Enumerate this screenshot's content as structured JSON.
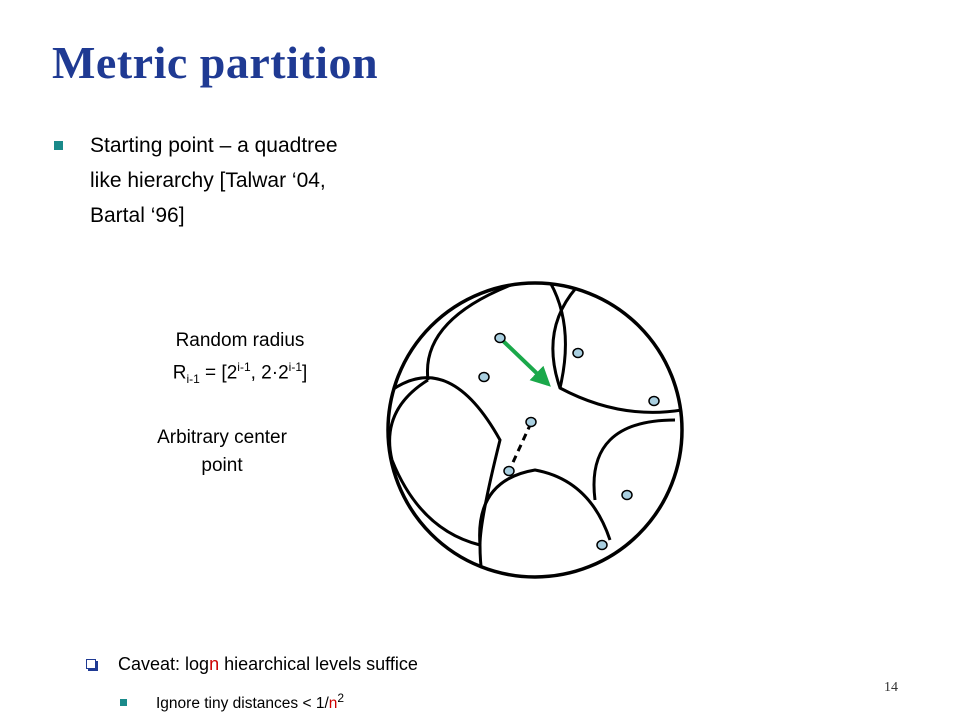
{
  "slide": {
    "title": "Metric partition",
    "bullet": {
      "line1": "Starting point – a quadtree",
      "line2": "like hierarchy [Talwar ‘04,",
      "line3": "Bartal ‘96]"
    },
    "radius_label": {
      "line1": "Random radius",
      "r": "R",
      "r_sub": "i-1",
      "eq": " = [2",
      "sup1": "i-1",
      "mid": ", 2·2",
      "sup2": "i-1",
      "close": "]"
    },
    "center_label": {
      "line1": "Arbitrary center",
      "line2": "point"
    },
    "caveat": {
      "prefix": "Caveat: log",
      "n": "n",
      "suffix": " hiearchical levels suffice"
    },
    "sub_bullet": {
      "prefix": "Ignore tiny distances < 1/",
      "n": "n",
      "sup": "2"
    },
    "slide_number": "14",
    "colors": {
      "title": "#1f3a93",
      "bullet": "#1a8a8a",
      "arrow": "#1aa84a",
      "point_fill": "#a9cfe0",
      "highlight": "#cc0000"
    }
  }
}
